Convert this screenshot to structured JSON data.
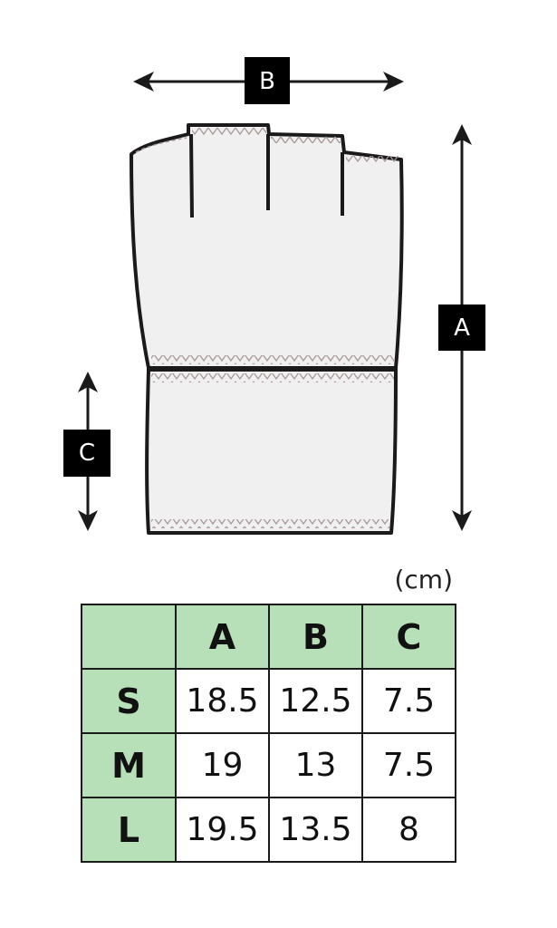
{
  "diagram": {
    "dimension_labels": {
      "a": "A",
      "b": "B",
      "c": "C"
    }
  },
  "unit": "(cm)",
  "table": {
    "headers": [
      "",
      "A",
      "B",
      "C"
    ],
    "rows": [
      {
        "size": "S",
        "a": "18.5",
        "b": "12.5",
        "c": "7.5"
      },
      {
        "size": "M",
        "a": "19",
        "b": "13",
        "c": "7.5"
      },
      {
        "size": "L",
        "a": "19.5",
        "b": "13.5",
        "c": "8"
      }
    ]
  },
  "colors": {
    "header_fill": "#b8e0b8",
    "glove_fill": "#f0f0f0",
    "stitch": "#b8a8a8",
    "outline": "#1a1a1a"
  }
}
